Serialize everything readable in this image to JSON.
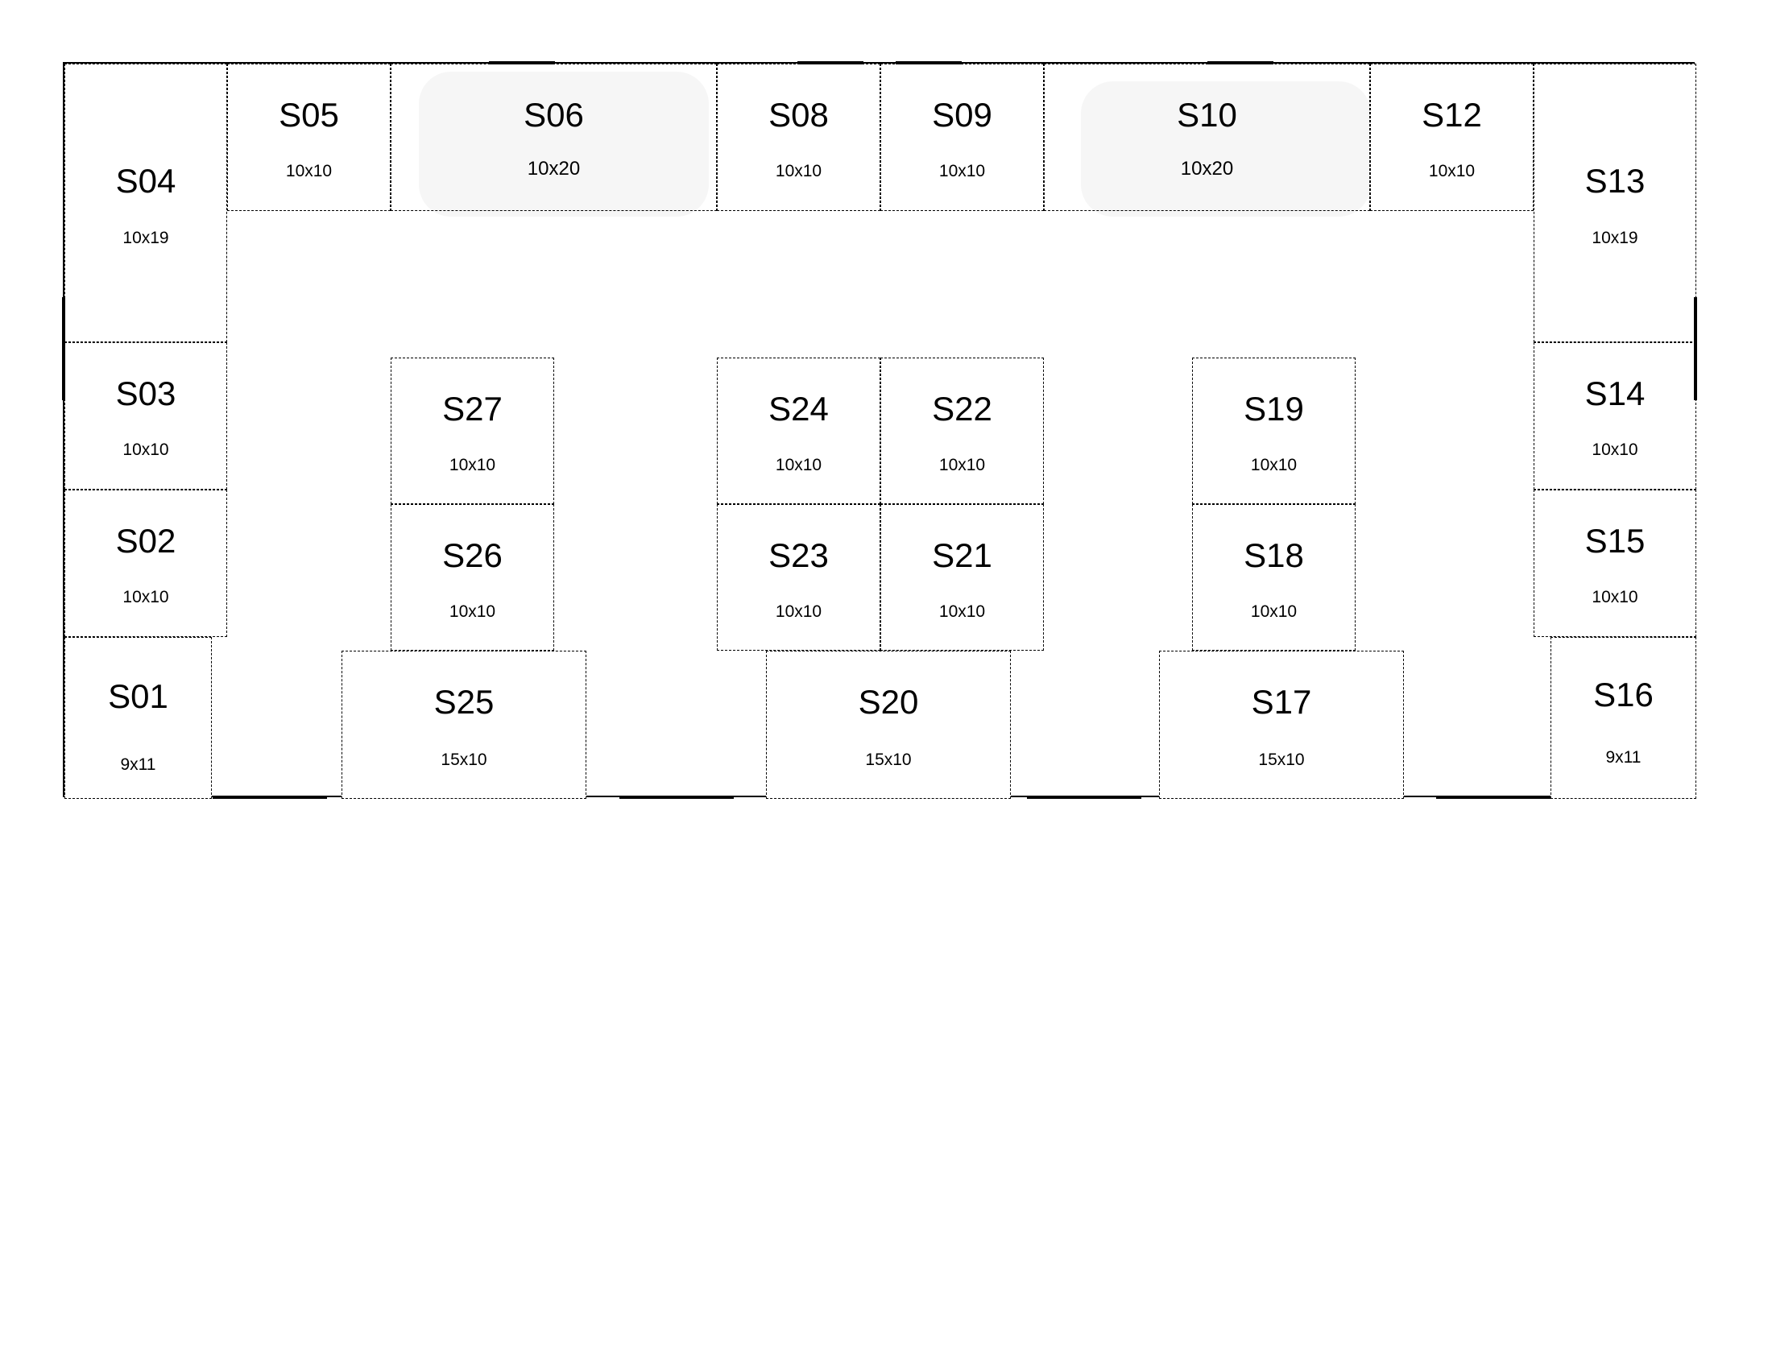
{
  "booths": [
    {
      "id": "S04",
      "size": "10x19"
    },
    {
      "id": "S05",
      "size": "10x10"
    },
    {
      "id": "S06",
      "size": "10x20"
    },
    {
      "id": "S08",
      "size": "10x10"
    },
    {
      "id": "S09",
      "size": "10x10"
    },
    {
      "id": "S10",
      "size": "10x20"
    },
    {
      "id": "S12",
      "size": "10x10"
    },
    {
      "id": "S13",
      "size": "10x19"
    },
    {
      "id": "S03",
      "size": "10x10"
    },
    {
      "id": "S02",
      "size": "10x10"
    },
    {
      "id": "S01",
      "size": "9x11"
    },
    {
      "id": "S14",
      "size": "10x10"
    },
    {
      "id": "S15",
      "size": "10x10"
    },
    {
      "id": "S16",
      "size": "9x11"
    },
    {
      "id": "S27",
      "size": "10x10"
    },
    {
      "id": "S26",
      "size": "10x10"
    },
    {
      "id": "S25",
      "size": "15x10"
    },
    {
      "id": "S24",
      "size": "10x10"
    },
    {
      "id": "S22",
      "size": "10x10"
    },
    {
      "id": "S23",
      "size": "10x10"
    },
    {
      "id": "S21",
      "size": "10x10"
    },
    {
      "id": "S20",
      "size": "15x10"
    },
    {
      "id": "S19",
      "size": "10x10"
    },
    {
      "id": "S18",
      "size": "10x10"
    },
    {
      "id": "S17",
      "size": "15x10"
    }
  ]
}
